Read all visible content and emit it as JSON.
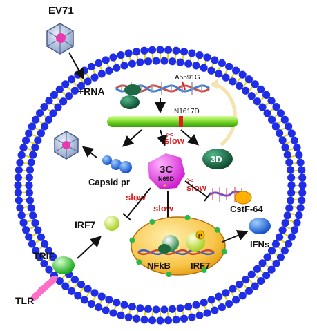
{
  "labels": {
    "virus": "EV71",
    "rna": "+RNA",
    "mut_rna": "A5591G",
    "mut_poly": "N1617D",
    "slow": "slow",
    "pro_3c": "3C",
    "mut_3c": "N69D",
    "pol_3d": "3D",
    "capsid": "Capsid pr",
    "cstf": "CstF-64",
    "irf7": "IRF7",
    "trif": "TRIF",
    "tlr": "TLR",
    "nfkb": "NFkB",
    "irf7_nucleus": "IRF7",
    "ifns": "IFNs",
    "phospho": "P"
  },
  "colors": {
    "membrane_head": "#1f2ee6",
    "membrane_tail": "#e8d800",
    "slow_text": "#e02020",
    "polyprotein": "#7edb2a",
    "polyprotein_mark": "#e01c1c",
    "protease_3c": "#e040e0",
    "polymerase_3d": "#1a6b4a",
    "capsid_protein": "#1f6fe0",
    "nucleus": "#f0a020",
    "nfkb": "#2f8c4a",
    "irf7": "#c8e640",
    "trif": "#38d038",
    "tlr": "#ff3fb0",
    "ifns": "#1e7ae8",
    "cstf": "#ffb000"
  }
}
